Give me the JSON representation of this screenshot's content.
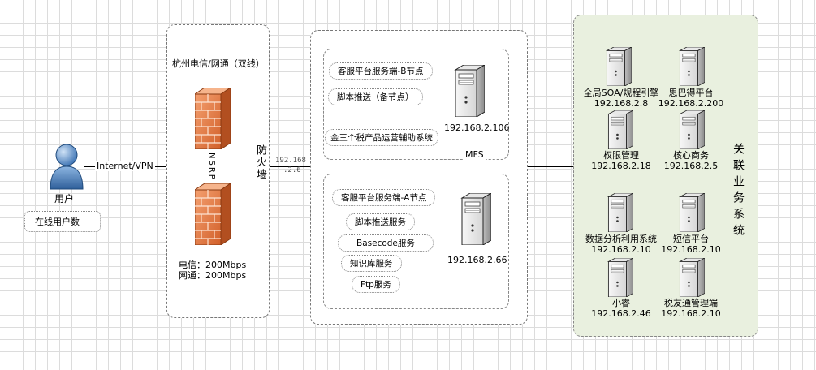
{
  "user": {
    "label": "用户",
    "online_users": "在线用户数"
  },
  "link": {
    "label": "Internet/VPN"
  },
  "isp": {
    "title": "杭州电信/网通（双线）",
    "nsrp": "NSRP",
    "bandwidth_telecom": "电信：200Mbps",
    "bandwidth_netcom": "网通：200Mbps"
  },
  "firewall": {
    "label": "防火墙",
    "ip_line1": "192.168",
    "ip_line2": ".2.6"
  },
  "server_b": {
    "services": [
      "客服平台服务端-B节点",
      "脚本推送（备节点）",
      "金三个税产品运营辅助系统"
    ],
    "ip": "192.168.2.106"
  },
  "mfs": {
    "label": "MFS"
  },
  "server_a": {
    "services": [
      "客服平台服务端-A节点",
      "脚本推送服务",
      "Basecode服务",
      "知识库服务",
      "Ftp服务"
    ],
    "ip": "192.168.2.66"
  },
  "related": {
    "title": "关联业务系统",
    "systems": [
      {
        "name": "全局SOA/规程引擎",
        "ip": "192.168.2.8"
      },
      {
        "name": "思巴得平台",
        "ip": "192.168.2.200"
      },
      {
        "name": "权限管理",
        "ip": "192.168.2.18"
      },
      {
        "name": "核心商务",
        "ip": "192.168.2.5"
      },
      {
        "name": "数据分析利用系统",
        "ip": "192.168.2.10"
      },
      {
        "name": "短信平台",
        "ip": "192.168.2.10"
      },
      {
        "name": "小睿",
        "ip": "192.168.2.46"
      },
      {
        "name": "税友通管理端",
        "ip": "192.168.2.10"
      }
    ]
  },
  "colors": {
    "firewall": "#e8814a",
    "server": "#f2f2f2",
    "user": "#5b8fc7",
    "related_bg": "#e9f0df"
  }
}
